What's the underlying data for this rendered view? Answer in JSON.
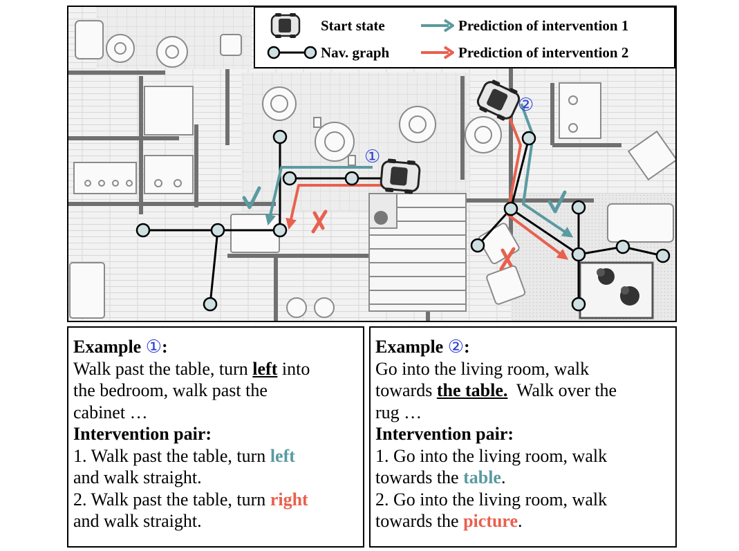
{
  "legend": {
    "start_state": "Start state",
    "nav_graph": "Nav. graph",
    "prediction_1": "Prediction of intervention 1",
    "prediction_2": "Prediction of intervention 2"
  },
  "markers": {
    "one": "①",
    "two": "②"
  },
  "colors": {
    "teal": "#5a9aa0",
    "red": "#e8604e",
    "blue_marker": "#2a3fd6"
  },
  "example_1": {
    "title": "Example ",
    "marker": "①",
    "title_suffix": ":",
    "instr_a": "Walk past the table, turn ",
    "instr_key": "left",
    "instr_b": " into",
    "instr_line2": "the bedroom, walk past the",
    "instr_line3": "cabinet …",
    "pair_title": "Intervention pair:",
    "i1_a": "1. Walk past the table, turn ",
    "i1_key": "left",
    "i1_line2": "and walk straight.",
    "i2_a": "2. Walk past the table, turn ",
    "i2_key": "right",
    "i2_line2": "and walk straight."
  },
  "example_2": {
    "title": "Example ",
    "marker": "②",
    "title_suffix": ":",
    "instr_line1": "Go into the living room, walk",
    "instr_a": "towards ",
    "instr_key": "the table.",
    "instr_b": "  Walk over the",
    "instr_line3": "rug …",
    "pair_title": "Intervention pair:",
    "i1_line1": "1. Go into the living room, walk",
    "i1_a": "towards the ",
    "i1_key": "table",
    "i1_end": ".",
    "i2_line1": "2. Go into the living room, walk",
    "i2_a": "towards the ",
    "i2_key": "picture",
    "i2_end": "."
  }
}
